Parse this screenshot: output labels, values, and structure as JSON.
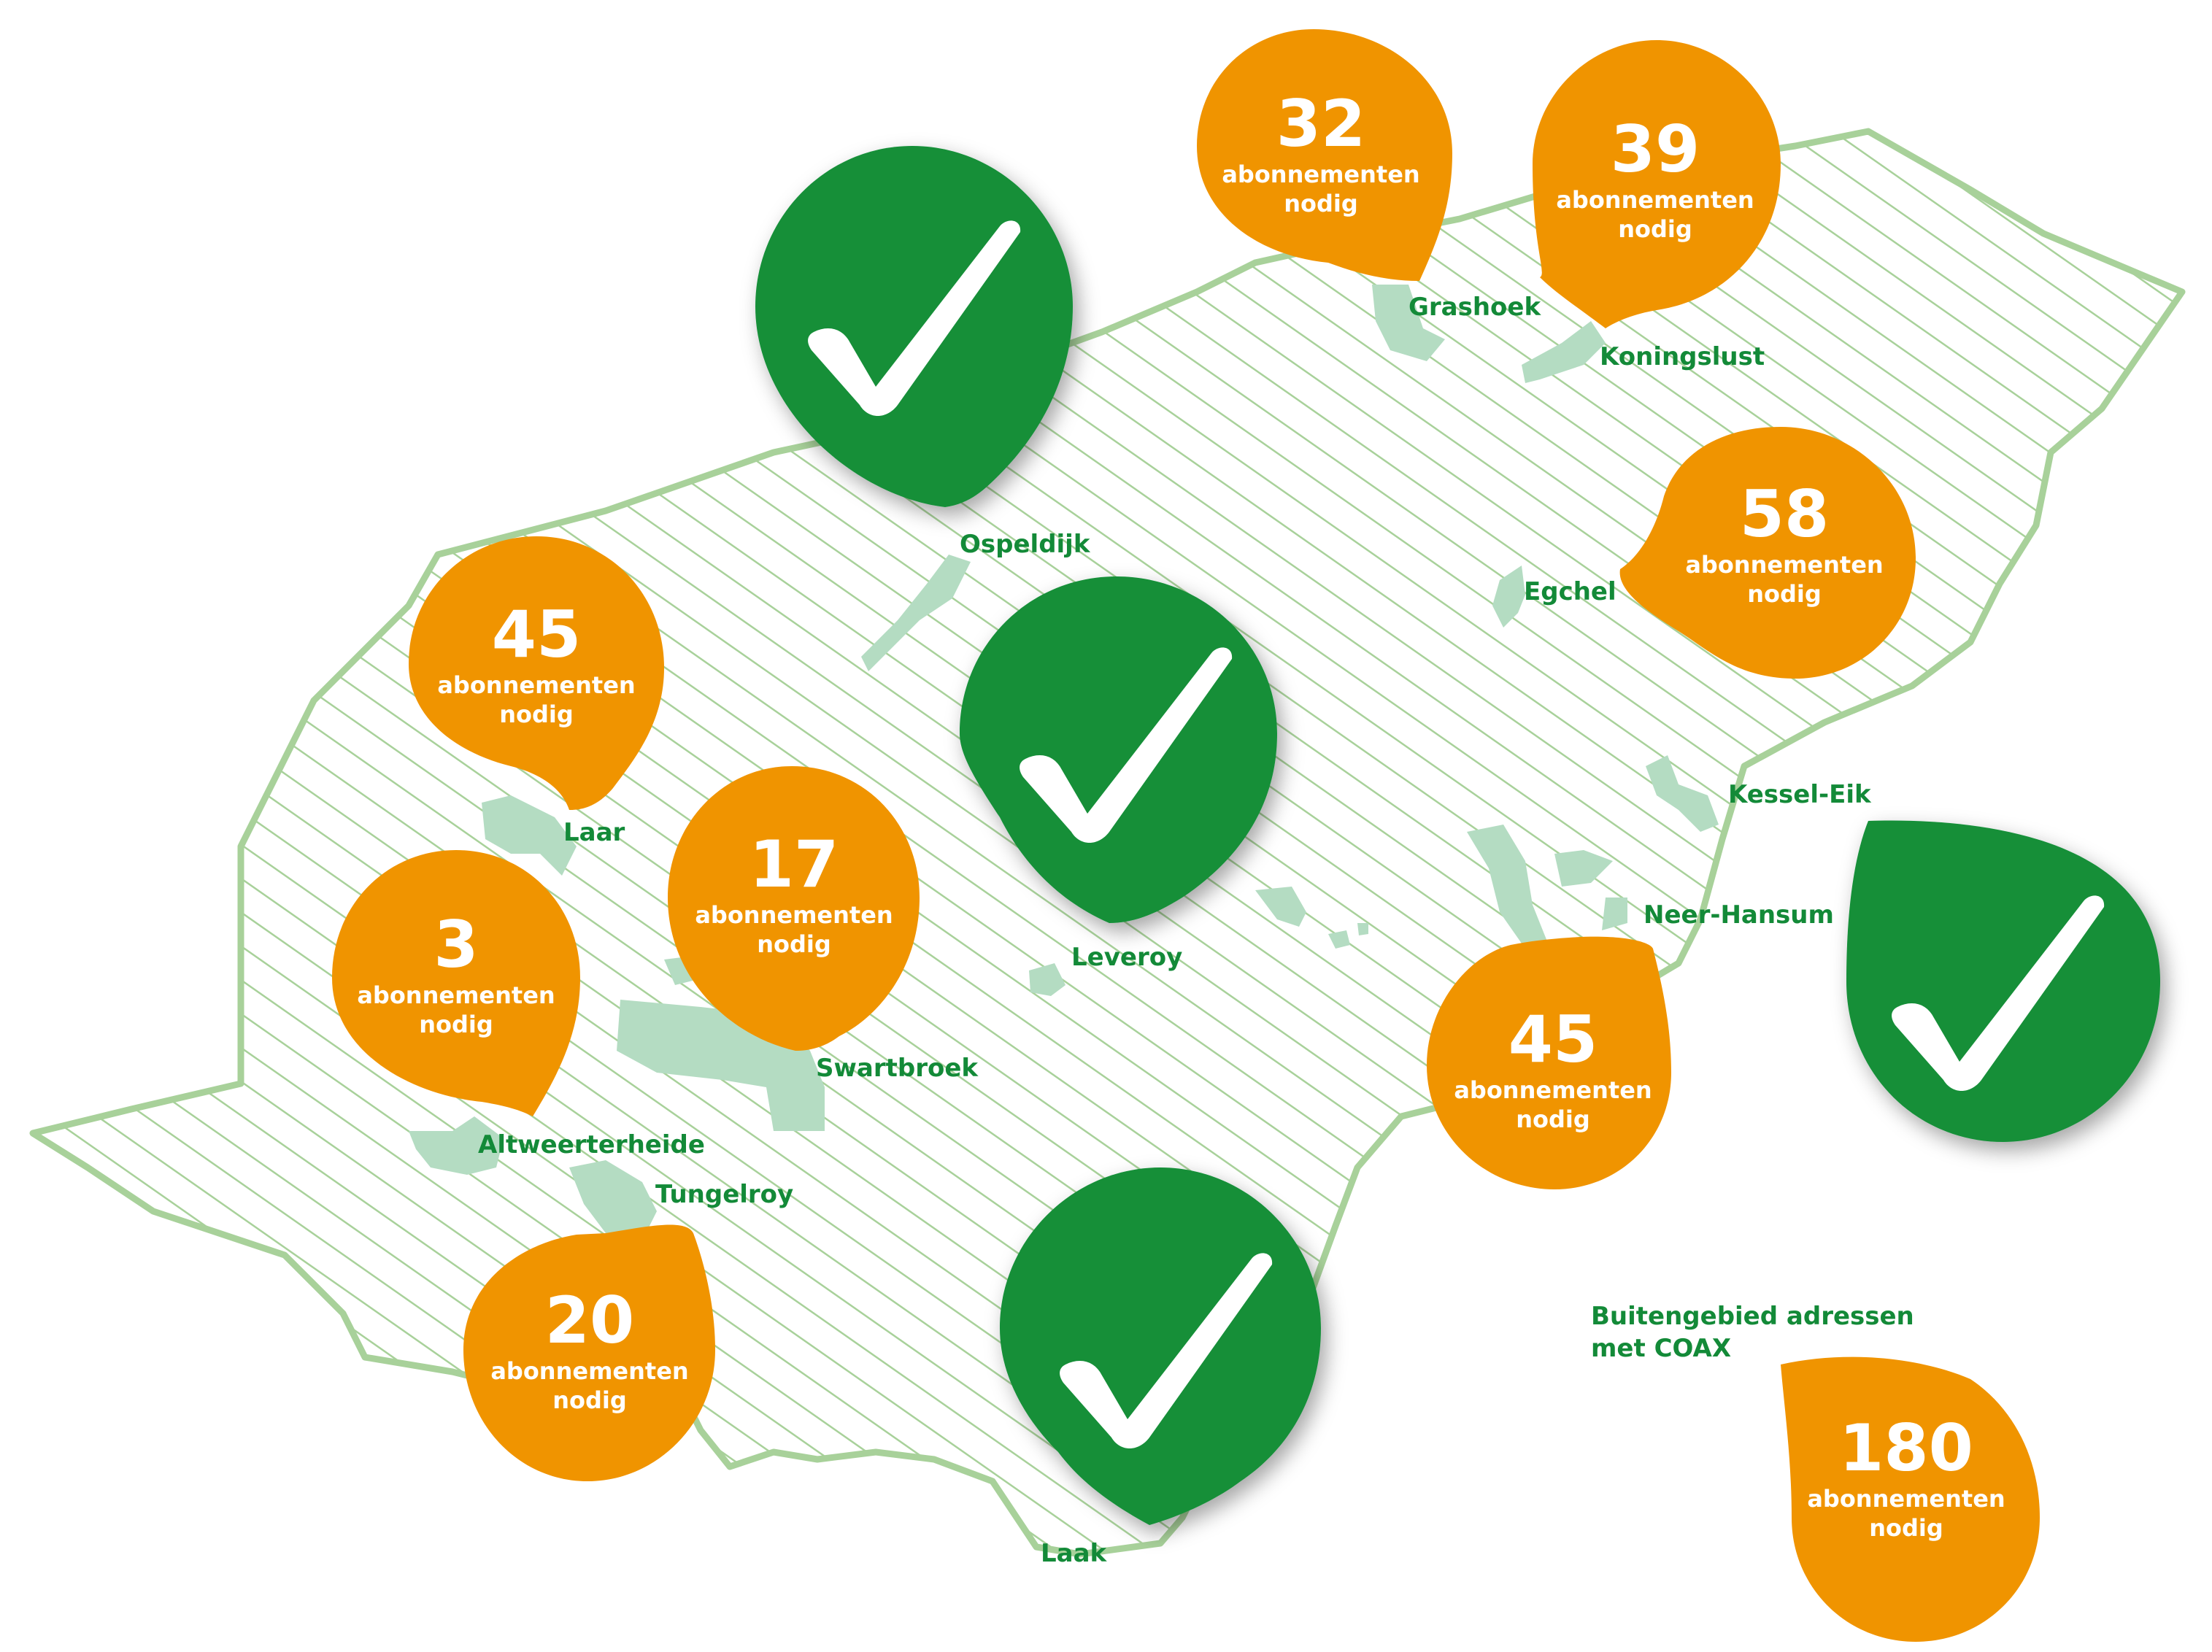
{
  "colors": {
    "orange": "#f09400",
    "green": "#128f39",
    "outline": "#a8d19a",
    "village": "#b4dcc2",
    "label": "#138a38"
  },
  "places": {
    "ospeldijk": "Ospeldijk",
    "grashoek": "Grashoek",
    "koningslust": "Koningslust",
    "egchel": "Egchel",
    "kessel_eik": "Kessel-Eik",
    "neer_hansum": "Neer-Hansum",
    "laar": "Laar",
    "leveroy": "Leveroy",
    "swartbroek": "Swartbroek",
    "altweerterheide": "Altweerterheide",
    "tungelroy": "Tungelroy",
    "laak": "Laak"
  },
  "pins": {
    "grashoek": {
      "status": "needed",
      "count": "32",
      "line1": "abonnementen",
      "line2": "nodig"
    },
    "koningslust": {
      "status": "needed",
      "count": "39",
      "line1": "abonnementen",
      "line2": "nodig"
    },
    "egchel": {
      "status": "needed",
      "count": "58",
      "line1": "abonnementen",
      "line2": "nodig"
    },
    "laar": {
      "status": "needed",
      "count": "45",
      "line1": "abonnementen",
      "line2": "nodig"
    },
    "altweerterheide": {
      "status": "needed",
      "count": "3",
      "line1": "abonnementen",
      "line2": "nodig"
    },
    "swartbroek": {
      "status": "needed",
      "count": "17",
      "line1": "abonnementen",
      "line2": "nodig"
    },
    "neer_hansum": {
      "status": "needed",
      "count": "45",
      "line1": "abonnementen",
      "line2": "nodig"
    },
    "tungelroy": {
      "status": "needed",
      "count": "20",
      "line1": "abonnementen",
      "line2": "nodig"
    },
    "ospeldijk": {
      "status": "done",
      "icon": "checkmark-icon"
    },
    "leveroy": {
      "status": "done",
      "icon": "checkmark-icon"
    },
    "kessel_eik": {
      "status": "done",
      "icon": "checkmark-icon"
    },
    "laak": {
      "status": "done",
      "icon": "checkmark-icon"
    }
  },
  "legend": {
    "line1": "Buitengebied adressen",
    "line2": "met COAX",
    "count": "180",
    "line3": "abonnementen",
    "line4": "nodig"
  }
}
